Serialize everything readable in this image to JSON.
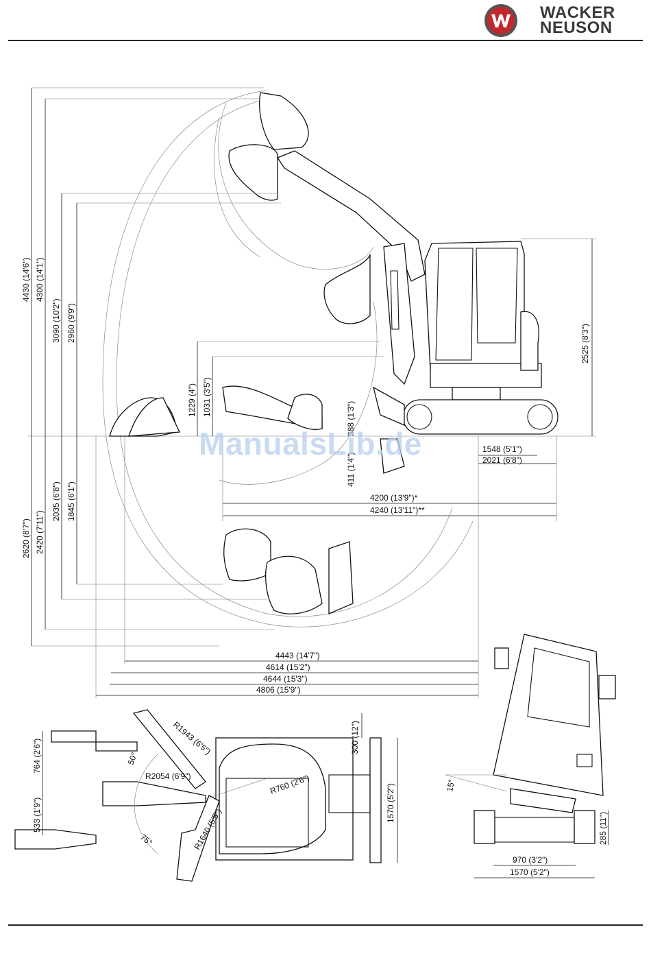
{
  "brand": {
    "line1": "WACKER",
    "line2": "NEUSON",
    "logo_icon": "w-logo-icon",
    "color": "#c0282e"
  },
  "watermark": "ManualsLib.de",
  "side_view": {
    "vertical_left": [
      "4430 (14'6\")",
      "4300 (14'1\")",
      "3090 (10'2\")",
      "2960 (9'9\")"
    ],
    "vertical_left_lower": [
      "2620 (8'7\")",
      "2420 (7'11\")",
      "2035 (6'8\")",
      "1845 (6'1\")"
    ],
    "dump_heights": [
      "1229 (4\")",
      "1031 (3'5\")"
    ],
    "blade": [
      "388 (1'3\")",
      "411 (1'4\")"
    ],
    "cab_height": "2525 (8'3\")",
    "track": [
      "1548 (5'1\")",
      "2021 (6'8\")"
    ],
    "length": [
      "4200 (13'9\")*",
      "4240 (13'11\")**"
    ],
    "reach": [
      "4443 (14'7\")",
      "4614 (15'2\")",
      "4644 (15'3\")",
      "4806 (15'9\")"
    ]
  },
  "top_view": {
    "offsets": [
      "764 (2'6\")",
      "533 (1'9\")"
    ],
    "radii": [
      "R1943 (6'5\")",
      "R2054 (6'9\")",
      "R1640 (5'5\")",
      "R760 (2'6\")"
    ],
    "angles": [
      "50°",
      "75°"
    ],
    "widths": [
      "300 (12\")",
      "1570 (5'2\")"
    ]
  },
  "rear_view": {
    "angle": "15°",
    "blade_height": "285 (11\")",
    "widths": [
      "970 (3'2\")",
      "1570 (5'2\")"
    ]
  }
}
